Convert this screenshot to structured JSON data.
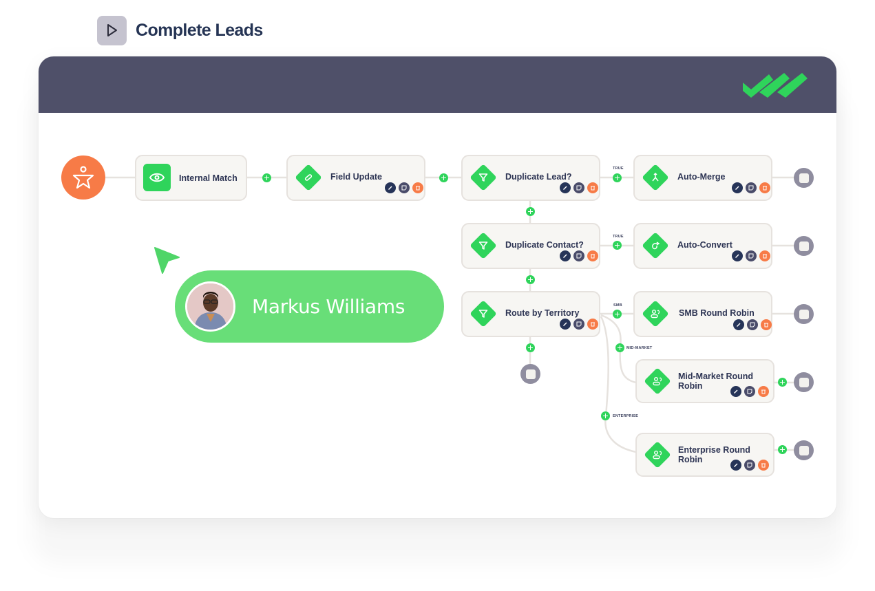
{
  "header": {
    "title": "Complete Leads",
    "play_icon": "play-icon"
  },
  "brand": {
    "logo": "triple-checkmark-logo",
    "color": "#2fd45b"
  },
  "colors": {
    "header_bg": "#4f5069",
    "accent_green": "#2fd45b",
    "start_orange": "#f77b47",
    "end_gray": "#8f8d9f",
    "node_bg": "#f7f6f3",
    "text_dark": "#2e3554"
  },
  "workflow": {
    "start": {
      "icon": "person-star-icon"
    },
    "nodes": [
      {
        "id": "internal-match",
        "label": "Internal Match",
        "icon": "eye-icon",
        "actions": false
      },
      {
        "id": "field-update",
        "label": "Field Update",
        "icon": "pencil-icon",
        "actions": true
      },
      {
        "id": "duplicate-lead",
        "label": "Duplicate Lead?",
        "icon": "filter-icon",
        "actions": true
      },
      {
        "id": "auto-merge",
        "label": "Auto-Merge",
        "icon": "merge-icon",
        "actions": true
      },
      {
        "id": "duplicate-contact",
        "label": "Duplicate Contact?",
        "icon": "filter-icon",
        "actions": true
      },
      {
        "id": "auto-convert",
        "label": "Auto-Convert",
        "icon": "convert-arrow-icon",
        "actions": true
      },
      {
        "id": "route-by-territory",
        "label": "Route by Territory",
        "icon": "filter-icon",
        "actions": true
      },
      {
        "id": "smb-round-robin",
        "label": "SMB Round Robin",
        "icon": "round-robin-icon",
        "actions": true
      },
      {
        "id": "mid-market-round-robin",
        "label": "Mid-Market Round Robin",
        "icon": "round-robin-icon",
        "actions": true
      },
      {
        "id": "enterprise-round-robin",
        "label": "Enterprise Round Robin",
        "icon": "round-robin-icon",
        "actions": true
      }
    ],
    "branch_labels": {
      "duplicate_lead_true": "TRUE",
      "duplicate_contact_true": "TRUE",
      "smb": "SMB",
      "mid_market": "MID-MARKET",
      "enterprise": "ENTERPRISE"
    },
    "action_icons": [
      "edit-icon",
      "note-icon",
      "delete-icon"
    ]
  },
  "user": {
    "name": "Markus Williams",
    "avatar": "user-avatar-photo",
    "pill_color": "#68de78"
  }
}
